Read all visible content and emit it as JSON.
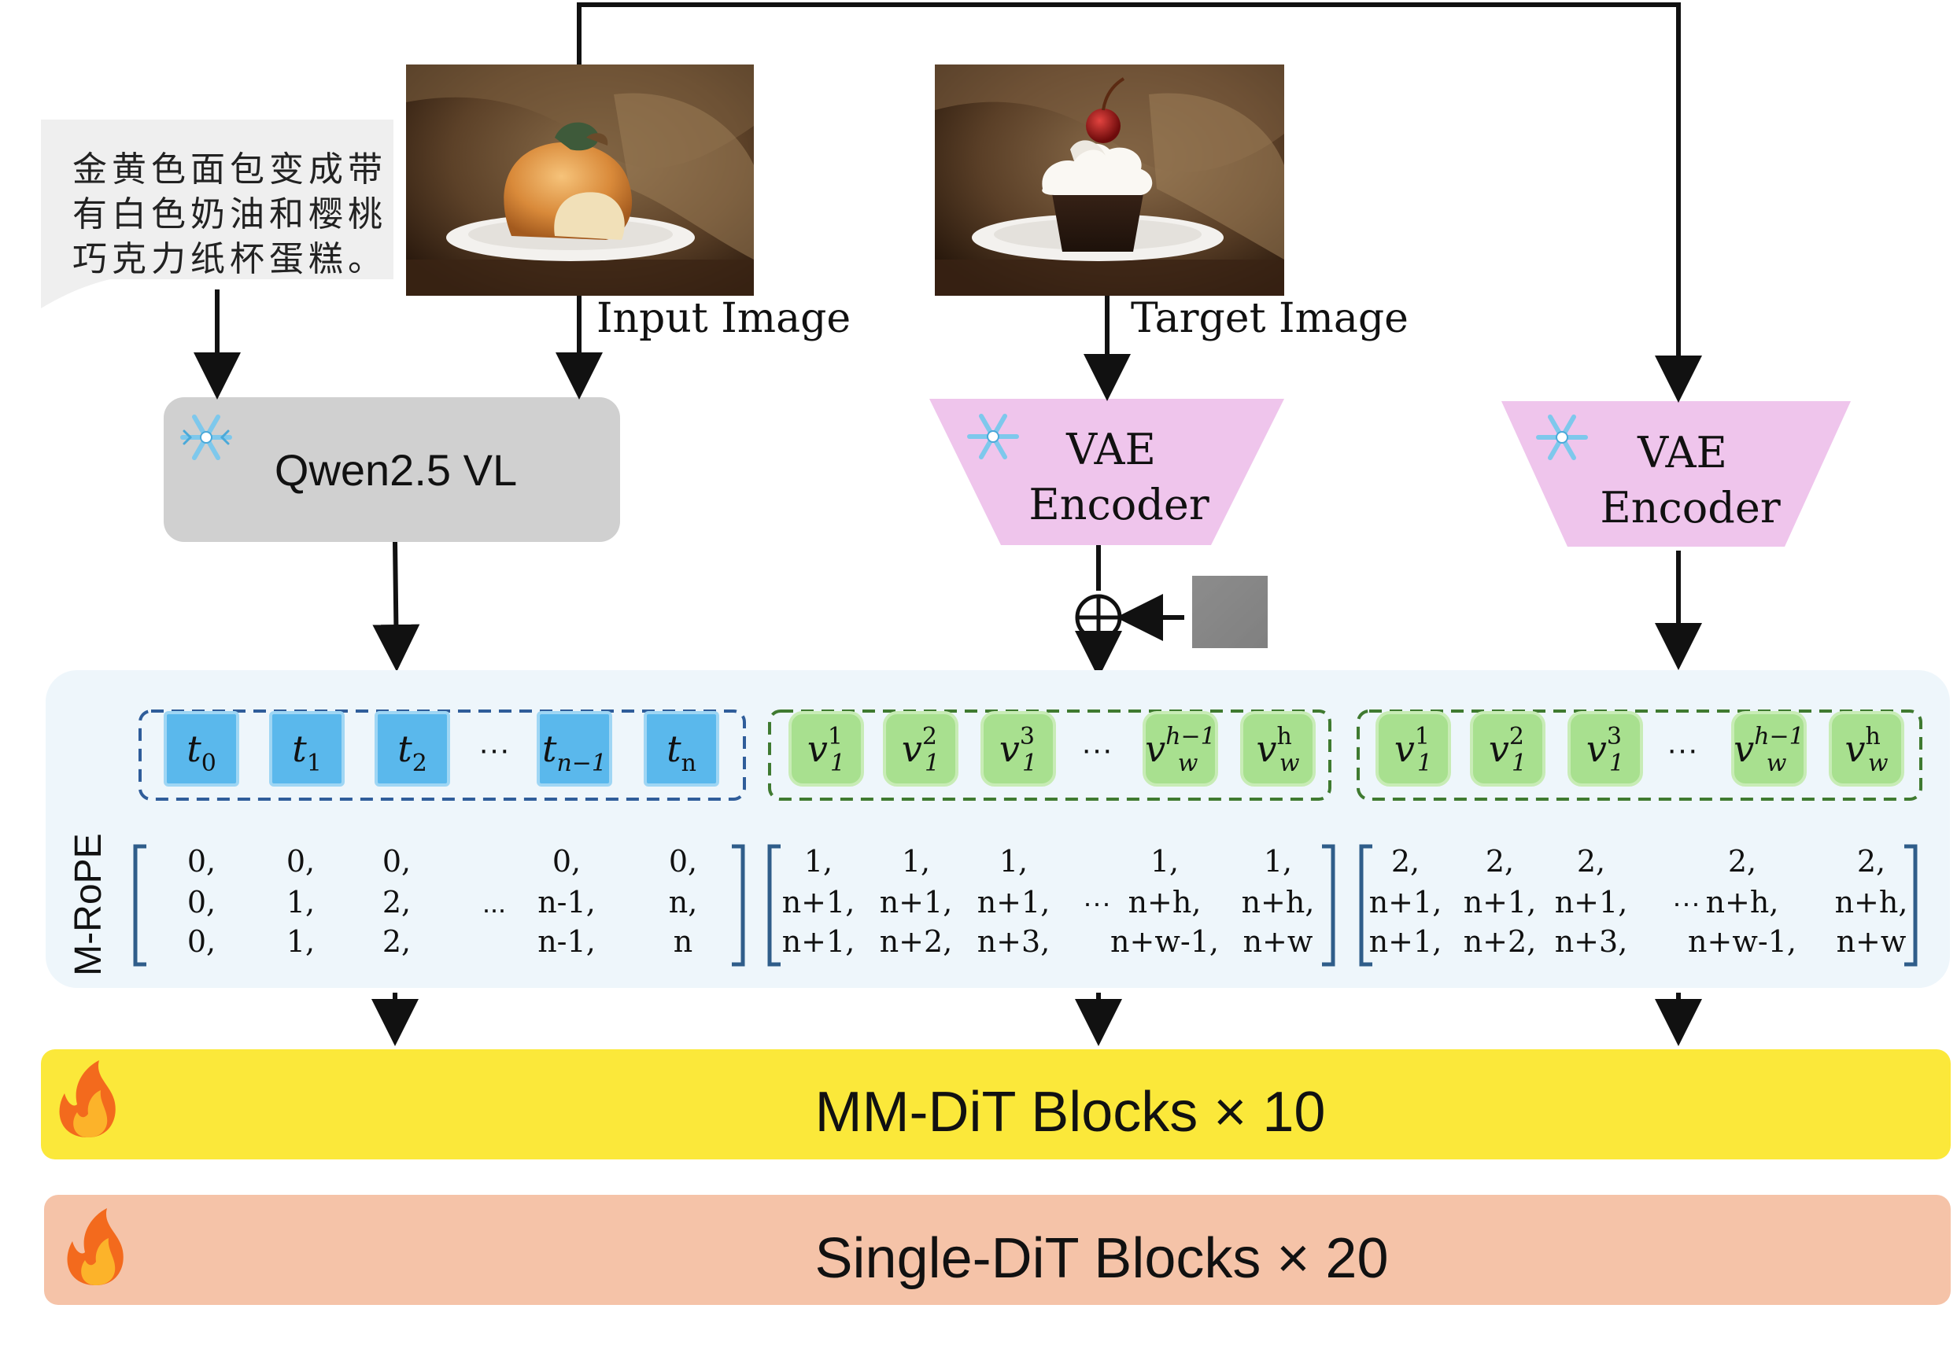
{
  "prompt": {
    "lines": [
      "金黄色面包变成带",
      "有白色奶油和樱桃",
      "巧克力纸杯蛋糕。"
    ]
  },
  "input_image": {
    "label": "Input Image"
  },
  "target_image": {
    "label": "Target Image"
  },
  "qwen": {
    "label": "Qwen2.5 VL",
    "icon": "snowflake-icon"
  },
  "vae_target": {
    "line1": "VAE",
    "line2": "Encoder",
    "icon": "snowflake-icon"
  },
  "vae_input": {
    "line1": "VAE",
    "line2": "Encoder",
    "icon": "snowflake-icon"
  },
  "mrope": {
    "label": "M-RoPE"
  },
  "text_tokens": {
    "ellipsis": "···",
    "tokens": [
      {
        "base": "t",
        "sub": "0"
      },
      {
        "base": "t",
        "sub": "1"
      },
      {
        "base": "t",
        "sub": "2"
      },
      {
        "base": "t",
        "sub": "n−1"
      },
      {
        "base": "t",
        "sub": "n"
      }
    ],
    "positions": [
      [
        "0,",
        "0,",
        "0,"
      ],
      [
        "0,",
        "1,",
        "1,"
      ],
      [
        "0,",
        "2,",
        "2,"
      ],
      [
        "0,",
        "n-1,",
        "n-1,"
      ],
      [
        "0,",
        "n,",
        "n"
      ]
    ],
    "pos_ellipsis": "..."
  },
  "target_tokens": {
    "ellipsis": "···",
    "tokens": [
      {
        "base": "v",
        "sub": "1",
        "sup": "1"
      },
      {
        "base": "v",
        "sub": "1",
        "sup": "2"
      },
      {
        "base": "v",
        "sub": "1",
        "sup": "3"
      },
      {
        "base": "v",
        "sub": "w",
        "sup": "h−1"
      },
      {
        "base": "v",
        "sub": "w",
        "sup": "h"
      }
    ],
    "positions": [
      [
        "1,",
        "n+1,",
        "n+1,"
      ],
      [
        "1,",
        "n+1,",
        "n+2,"
      ],
      [
        "1,",
        "n+1,",
        "n+3,"
      ],
      [
        "1,",
        "n+h,",
        "n+w-1,"
      ],
      [
        "1,",
        "n+h,",
        "n+w"
      ]
    ],
    "pos_ellipsis": "···"
  },
  "input_tokens": {
    "ellipsis": "···",
    "tokens": [
      {
        "base": "v",
        "sub": "1",
        "sup": "1"
      },
      {
        "base": "v",
        "sub": "1",
        "sup": "2"
      },
      {
        "base": "v",
        "sub": "1",
        "sup": "3"
      },
      {
        "base": "v",
        "sub": "w",
        "sup": "h−1"
      },
      {
        "base": "v",
        "sub": "w",
        "sup": "h"
      }
    ],
    "positions": [
      [
        "2,",
        "n+1,",
        "n+1,"
      ],
      [
        "2,",
        "n+1,",
        "n+2,"
      ],
      [
        "2,",
        "n+1,",
        "n+3,"
      ],
      [
        "2,",
        "n+h,",
        "n+w-1,"
      ],
      [
        "2,",
        "n+h,",
        "n+w"
      ]
    ],
    "pos_ellipsis": "···"
  },
  "mmdit": {
    "label": "MM-DiT Blocks × 10",
    "icon": "fire-icon"
  },
  "single_dit": {
    "label": "Single-DiT Blocks × 20",
    "icon": "fire-icon"
  },
  "colors": {
    "text_token": "#5ab8ec",
    "visual_token": "#a8e08f",
    "qwen_box": "#d0d0d0",
    "vae_box": "#efc5ec",
    "mrope_bg": "#eef6fb",
    "mmdit_bar": "#fbe83a",
    "single_bar": "#f5c3a8",
    "bracket": "#2f5d8a"
  }
}
